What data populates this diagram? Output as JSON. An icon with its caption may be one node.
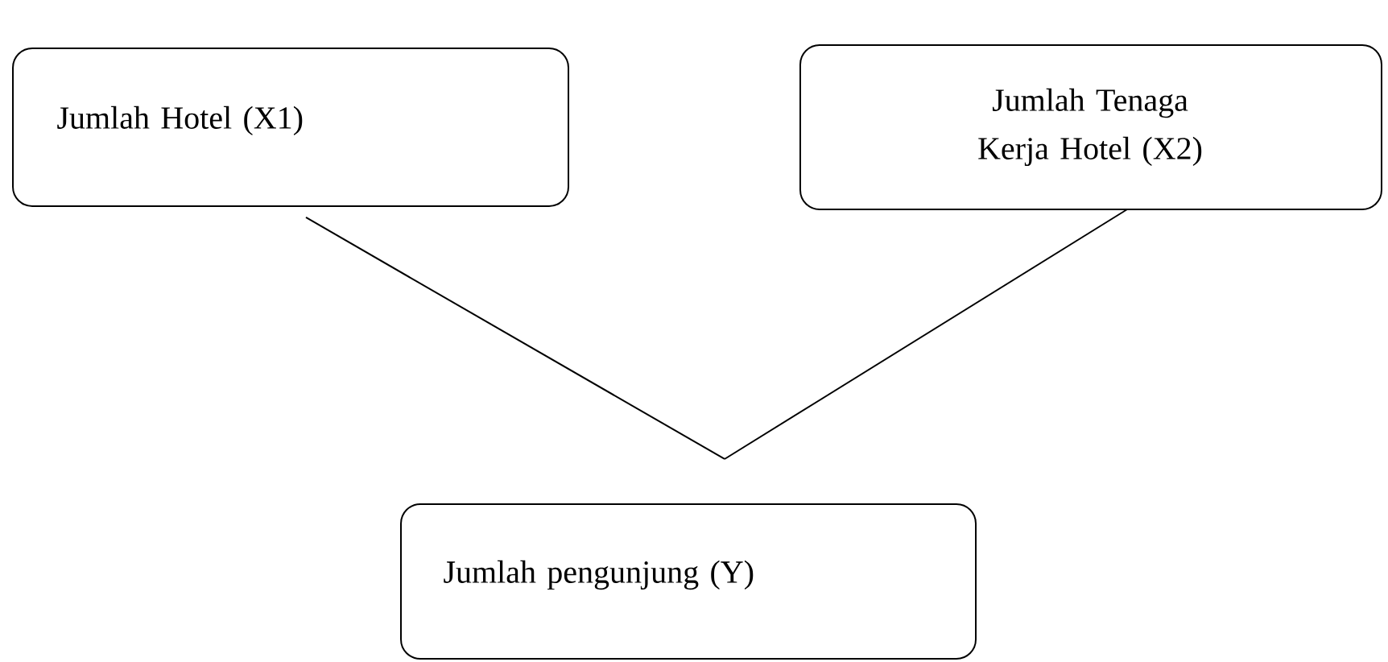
{
  "diagram": {
    "nodes": [
      {
        "text": [
          "Jumlah Hotel (X1)"
        ]
      },
      {
        "text": [
          "Jumlah Tenaga Kerja Hotel (X2)"
        ]
      },
      {
        "text": [
          "Jumlah pengunjung  (Y)"
        ]
      }
    ],
    "edges": [
      {
        "from": 0,
        "to": 2,
        "arrow": "none"
      },
      {
        "from": 1,
        "to": 2,
        "arrow": "none"
      }
    ]
  }
}
